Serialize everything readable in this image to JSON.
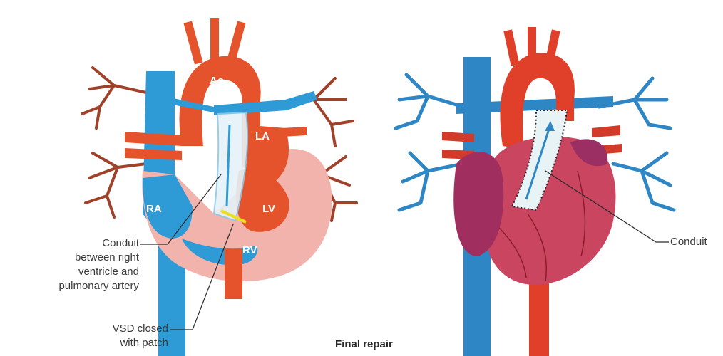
{
  "left_heart": {
    "chamber_labels": {
      "ao": "Ao",
      "la": "LA",
      "ra": "RA",
      "lv": "LV",
      "rv": "RV"
    }
  },
  "callouts": {
    "conduit_left": [
      "Conduit",
      "between right",
      "ventricle and",
      "pulmonary artery"
    ],
    "vsd": [
      "VSD closed",
      "with patch"
    ],
    "conduit_right": "Conduit"
  },
  "caption": "Final repair",
  "colors": {
    "vein_blue": "#2f9bd6",
    "artery_red": "#e4532b",
    "heart_pink": "#f2b3ad",
    "heart_muscle": "#b8334f",
    "patch_yellow": "#e8e020"
  }
}
